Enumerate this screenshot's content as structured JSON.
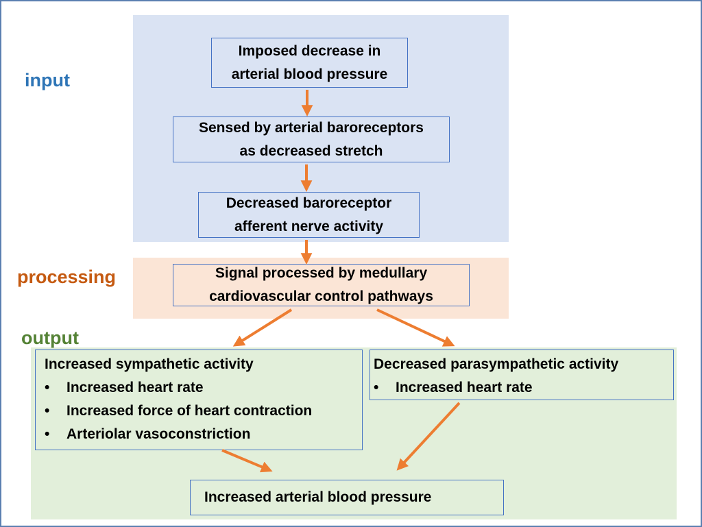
{
  "labels": {
    "input": "input",
    "processing": "processing",
    "output": "output"
  },
  "boxes": {
    "decrease": [
      "Imposed decrease in",
      "arterial blood pressure"
    ],
    "sensed": [
      "Sensed by arterial baroreceptors",
      "as decreased stretch"
    ],
    "afferent": [
      "Decreased baroreceptor",
      "afferent nerve activity"
    ],
    "signal": [
      "Signal processed by medullary",
      "cardiovascular control pathways"
    ],
    "sympathetic": {
      "title": "Increased sympathetic activity",
      "bullet": "•",
      "items": [
        "Increased heart rate",
        "Increased force of heart contraction",
        "Arteriolar vasoconstriction"
      ]
    },
    "parasympathetic": {
      "title": "Decreased parasympathetic activity",
      "bullet": "•",
      "items": [
        "Increased heart rate"
      ]
    },
    "result": "Increased arterial blood pressure"
  },
  "colors": {
    "input_bg": "#dae3f3",
    "processing_bg": "#fbe5d6",
    "output_bg": "#e2efda",
    "box_border": "#4472c4",
    "arrow": "#ed7d31",
    "input_label": "#2e75b6",
    "processing_label": "#c55a11",
    "output_label": "#548235"
  }
}
